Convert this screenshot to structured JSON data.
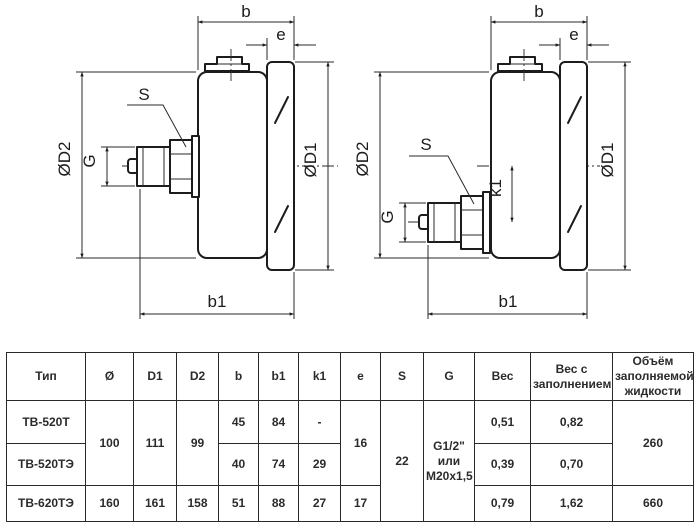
{
  "colors": {
    "line": "#1c1c1c",
    "background": "#ffffff"
  },
  "diagrams": {
    "left": {
      "description": "side view, axial back connection",
      "labels": {
        "b": "b",
        "e": "e",
        "S": "S",
        "G": "G",
        "dD2": "ØD2",
        "dD1": "ØD1",
        "b1": "b1"
      }
    },
    "right": {
      "description": "side view, offset back connection",
      "labels": {
        "b": "b",
        "e": "e",
        "S": "S",
        "G": "G",
        "dD2": "ØD2",
        "dD1": "ØD1",
        "b1": "b1",
        "k1": "k1"
      }
    }
  },
  "table": {
    "headers": {
      "type": "Тип",
      "diameter": "Ø",
      "d1": "D1",
      "d2": "D2",
      "b": "b",
      "b1": "b1",
      "k1": "k1",
      "e": "e",
      "s": "S",
      "g": "G",
      "weight": "Вес",
      "weight_filled": "Вес с заполнением",
      "fill_volume": "Объём заполняемой жидкости"
    },
    "rows": [
      {
        "type": "ТВ-520Т",
        "b": "45",
        "b1": "84",
        "k1": "-",
        "weight": "0,51",
        "weight_filled": "0,82"
      },
      {
        "type": "ТВ-520ТЭ",
        "b": "40",
        "b1": "74",
        "k1": "29",
        "weight": "0,39",
        "weight_filled": "0,70"
      },
      {
        "type": "ТВ-620ТЭ",
        "diameter": "160",
        "d1": "161",
        "d2": "158",
        "b": "51",
        "b1": "88",
        "k1": "27",
        "e": "17",
        "weight": "0,79",
        "weight_filled": "1,62",
        "fill_volume": "660"
      }
    ],
    "merged": {
      "diameter_rows12": "100",
      "d1_rows12": "111",
      "d2_rows12": "99",
      "e_rows12": "16",
      "s_all_rows": "22",
      "g_all_rows": "G1/2\" или M20x1,5",
      "volume_rows12": "260"
    }
  }
}
